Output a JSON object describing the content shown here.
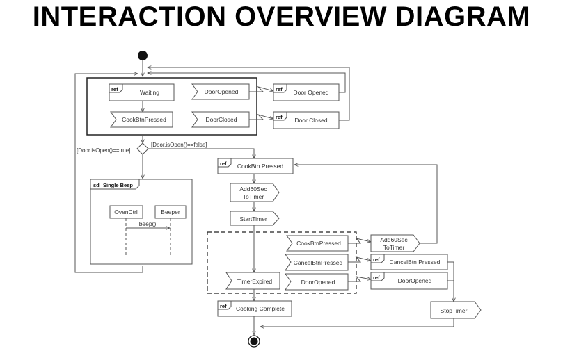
{
  "title": "INTERACTION OVERVIEW DIAGRAM",
  "frame_keyword": "ref",
  "sd_keyword": "sd",
  "top_region": {
    "ref_waiting": "Waiting",
    "event_door_opened": "DoorOpened",
    "ref_door_opened": "Door Opened",
    "event_cookbtn_pressed": "CookBtnPressed",
    "event_door_closed": "DoorClosed",
    "ref_door_closed": "Door Closed"
  },
  "guards": {
    "door_open_true": "[Door.isOpen()==true]",
    "door_open_false": "[Door.isOpen()==false]"
  },
  "single_beep": {
    "title": "Single Beep",
    "lifeline_1": "OvenCtrl",
    "lifeline_2": "Beeper",
    "message": "beep()"
  },
  "cooking": {
    "ref_cookbtn_pressed": "CookBtn Pressed",
    "add60_line1": "Add60Sec",
    "add60_line2": "ToTimer",
    "start_timer": "StartTimer",
    "event_cookbtn_pressed": "CookBtnPressed",
    "event_cancelbtn_pressed": "CancelBtnPressed",
    "event_door_opened": "DoorOpened",
    "timer_expired": "TimerExpired",
    "side_add60_line1": "Add60Sec",
    "side_add60_line2": "ToTimer",
    "ref_cancelbtn_pressed": "CancelBtn Pressed",
    "ref_door_opened": "DoorOpened",
    "stop_timer": "StopTimer",
    "ref_cooking_complete": "Cooking Complete"
  },
  "colors": {
    "line": "#555555",
    "text": "#333333",
    "node": "#111111"
  }
}
